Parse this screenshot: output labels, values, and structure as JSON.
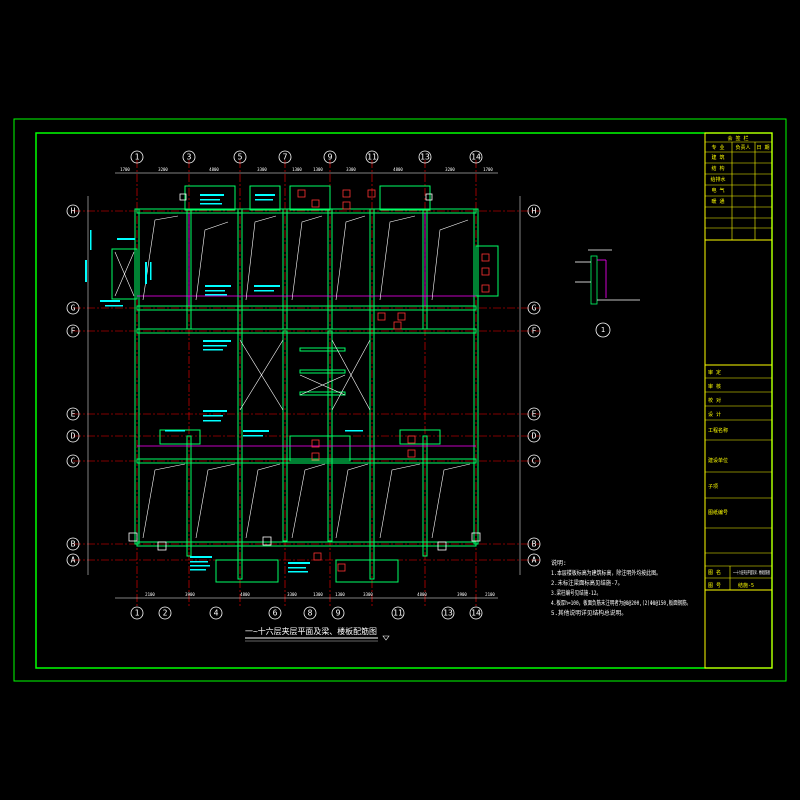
{
  "colors": {
    "background": "#000000",
    "frame": "#00ff00",
    "title_block": "#ffff00",
    "walls": "#00ff66",
    "axis_lines": "#ff0000",
    "beams": "#ff00ff",
    "text": "#ffffff",
    "cyan_text": "#00ffff",
    "tags": "#ff3333"
  },
  "axes": {
    "top": [
      "1",
      "3",
      "5",
      "7",
      "9",
      "11",
      "13",
      "14"
    ],
    "bottom": [
      "1",
      "2",
      "4",
      "6",
      "8",
      "9",
      "11",
      "13",
      "14"
    ],
    "left": [
      "H",
      "G",
      "F",
      "E",
      "D",
      "C",
      "B",
      "A"
    ],
    "right": [
      "H",
      "G",
      "F",
      "E",
      "D",
      "C",
      "B",
      "A"
    ]
  },
  "dimensions": {
    "top": [
      "1700",
      "3200",
      "4800",
      "3300",
      "1300",
      "1300",
      "3300",
      "4800",
      "3200",
      "1700"
    ],
    "bottom": [
      "2100",
      "3900",
      "4800",
      "3300",
      "1300",
      "1300",
      "3300",
      "4800",
      "3900",
      "2100"
    ]
  },
  "drawing_title": "一~十六层夹层平面及梁、楼板配筋图",
  "drawing_scale": "",
  "notes": {
    "heading": "说明:",
    "items": [
      "1.本层楼板标高为建筑标高，除注明外均按此图。",
      "2.未标注梁面标高见结施-7。",
      "3.梁柱编号见结施-12。",
      "4.板厚h=100，板面负筋未注明者为@8@200,(2)Φ8@150,板面钢筋。",
      "5.其他说明详见结构总说明。"
    ]
  },
  "section": {
    "mark": "1",
    "label": ""
  },
  "title_block": {
    "header": "会  签  栏",
    "sign_rows": [
      {
        "role": "建  筑",
        "name": "",
        "date": ""
      },
      {
        "role": "结  构",
        "name": "",
        "date": ""
      },
      {
        "role": "给排水",
        "name": "",
        "date": ""
      },
      {
        "role": "电  气",
        "name": "",
        "date": ""
      },
      {
        "role": "暖  通",
        "name": "",
        "date": ""
      },
      {
        "role": "",
        "name": "",
        "date": ""
      }
    ],
    "sign_col_headers": [
      "专  业",
      "负责人",
      "日  期"
    ],
    "staff_rows": [
      {
        "label": "审  定",
        "value": ""
      },
      {
        "label": "审  核",
        "value": ""
      },
      {
        "label": "校  对",
        "value": ""
      },
      {
        "label": "设  计",
        "value": ""
      }
    ],
    "project_rows": [
      {
        "label": "工程名称",
        "value": ""
      },
      {
        "label": "建设单位",
        "value": ""
      },
      {
        "label": "子项",
        "value": ""
      },
      {
        "label": "图纸编号",
        "value": ""
      }
    ],
    "drawing_name_label": "图 名",
    "drawing_name": "一~十六层夹层平面及梁、楼板配筋图",
    "drawing_no_label": "图 号",
    "drawing_no": "结施-5"
  }
}
